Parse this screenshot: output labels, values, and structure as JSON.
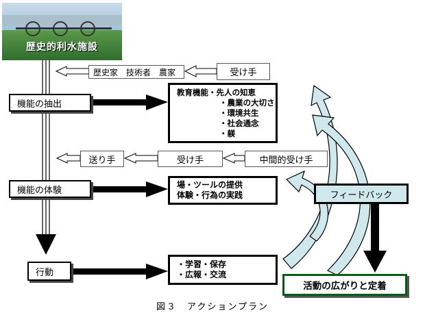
{
  "photo_title": "歴史的利水施設",
  "roles_row1": {
    "actors": "歴史家　技術者　農家",
    "receiver": "受け手"
  },
  "stages": {
    "extract": "機能の抽出",
    "experience": "機能の体験",
    "action": "行動"
  },
  "education": {
    "title": "教育機能・先人の知恵",
    "items": [
      "・農業の大切さ",
      "・環境共生",
      "・社会通念",
      "・躾"
    ]
  },
  "roles_row2": {
    "sender": "送り手",
    "receiver": "受け手",
    "intermediate": "中間的受け手"
  },
  "experience_list": [
    "場・ツールの提供",
    "体験・行為の実践"
  ],
  "action_list": [
    "・学習・保存",
    "・広報・交流"
  ],
  "feedback": "フィードバック",
  "spread": "活動の広がりと定着",
  "caption": "図３　アクションプラン",
  "colors": {
    "feedback_fill": "#cfe8ec",
    "spread_border": "#0a5a1a",
    "sky": "#9fc3dd",
    "grass": "#3f8a3a"
  }
}
